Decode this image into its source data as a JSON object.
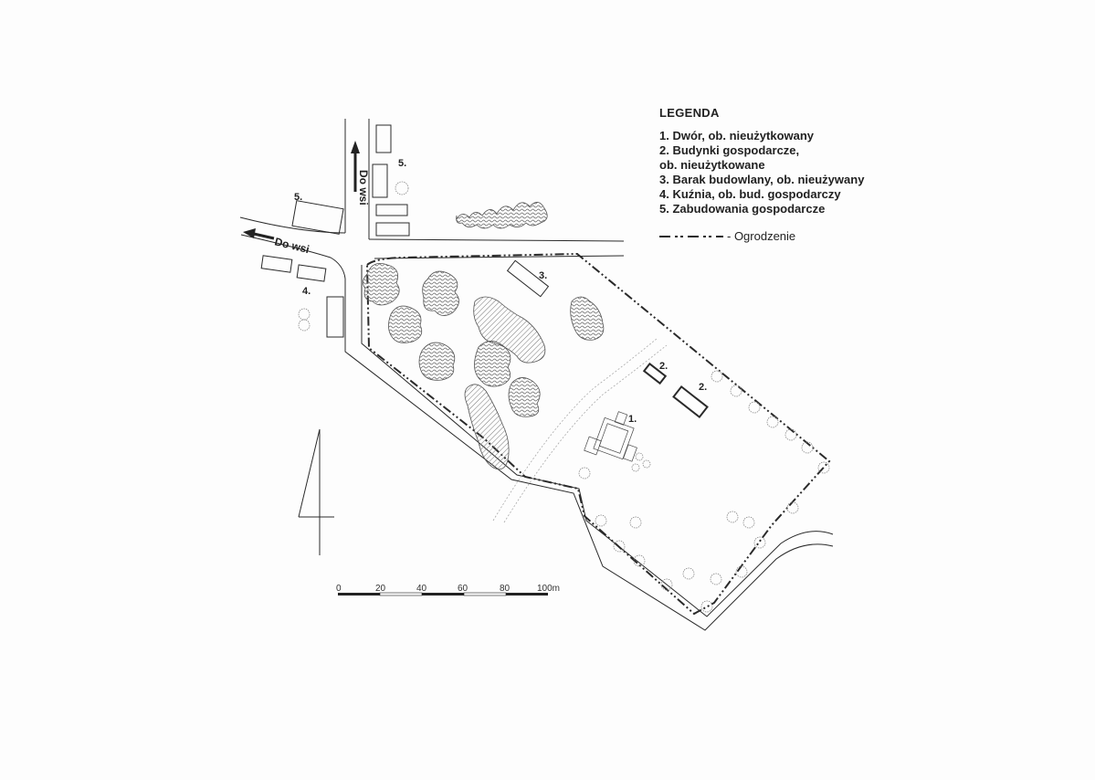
{
  "legend": {
    "title": "LEGENDA",
    "items": [
      "1. Dwór, ob. nieużytkowany",
      "2. Budynki gospodarcze,",
      "ob. nieużytkowane",
      "3. Barak budowlany, ob. nieużywany",
      "4. Kuźnia, ob. bud. gospodarczy",
      "5. Zabudowania gospodarcze"
    ],
    "fence_label": "- Ogrodzenie"
  },
  "map": {
    "road_label_vertical": "Do wsi",
    "road_label_horizontal": "Do wsi",
    "building_labels": {
      "b1": "1.",
      "b2a": "2.",
      "b2b": "2.",
      "b3": "3.",
      "b4": "4.",
      "b5a": "5.",
      "b5b": "5."
    },
    "scale": {
      "ticks": [
        "0",
        "20",
        "40",
        "60",
        "80",
        "100m"
      ]
    }
  },
  "colors": {
    "ink": "#2a2a2a",
    "tree": "#555555",
    "paper": "#fdfdfd"
  }
}
